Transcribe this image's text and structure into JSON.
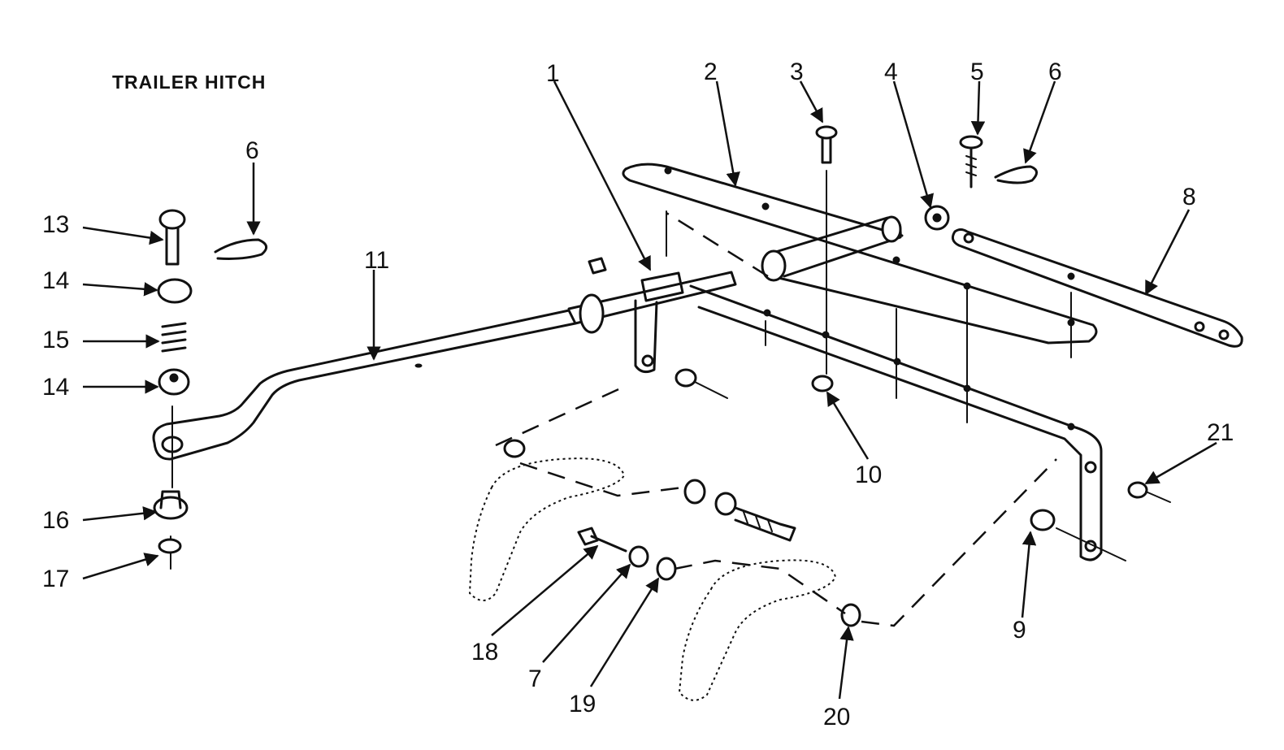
{
  "title": "TRAILER HITCH",
  "callouts": {
    "c1": "1",
    "c2": "2",
    "c3": "3",
    "c4": "4",
    "c5": "5",
    "c6a": "6",
    "c6b": "6",
    "c8": "8",
    "c11": "11",
    "c13": "13",
    "c14a": "14",
    "c15": "15",
    "c14b": "14",
    "c16": "16",
    "c17": "17",
    "c10": "10",
    "c21": "21",
    "c9": "9",
    "c18": "18",
    "c7": "7",
    "c19": "19",
    "c20": "20"
  }
}
